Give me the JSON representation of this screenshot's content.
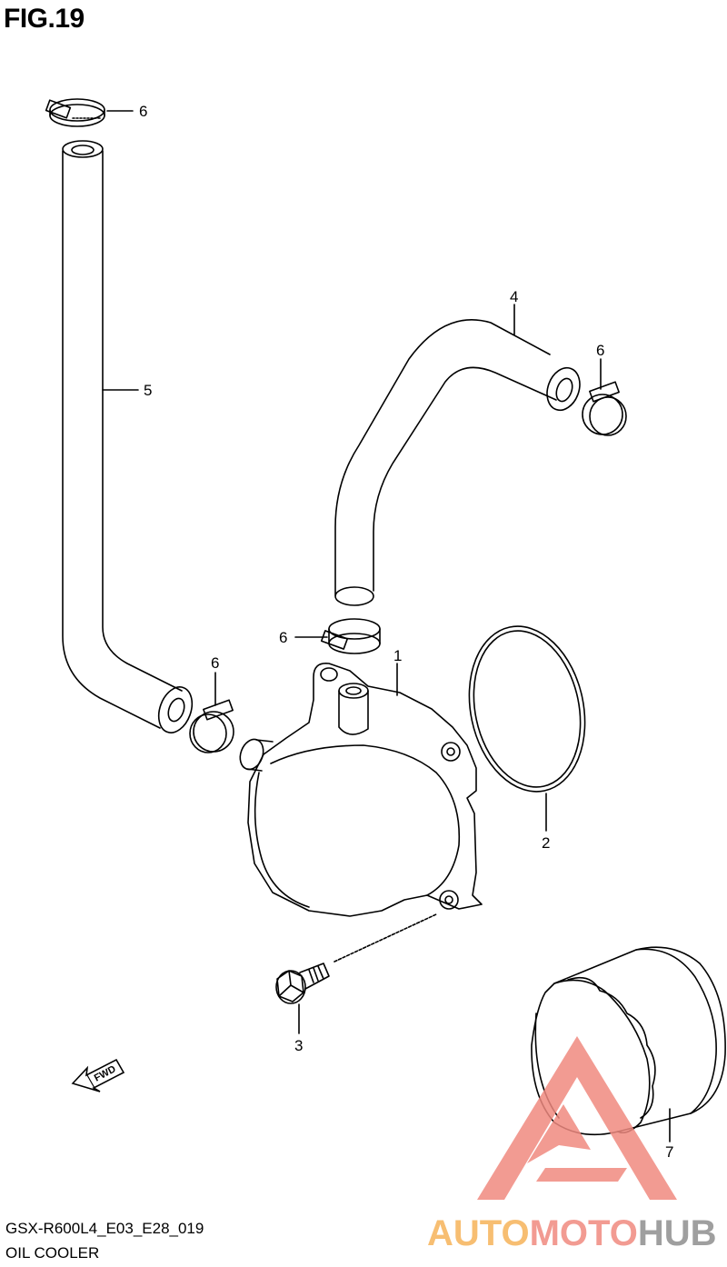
{
  "figure": {
    "title": "FIG.19"
  },
  "parts": [
    {
      "num": "1"
    },
    {
      "num": "2"
    },
    {
      "num": "3"
    },
    {
      "num": "4"
    },
    {
      "num": "5"
    },
    {
      "num": "6"
    },
    {
      "num": "7"
    }
  ],
  "fwd_label": "FWD",
  "footer": {
    "code": "GSX-R600L4_E03_E28_019",
    "name": "OIL COOLER"
  },
  "watermark": {
    "part1": "AUTO",
    "part2": "MOTO",
    "part3": "HUB"
  },
  "colors": {
    "line": "#000000",
    "watermark_red": "#f08a80",
    "watermark_orange": "#f6b35a",
    "watermark_grey": "#8f8f8f"
  }
}
